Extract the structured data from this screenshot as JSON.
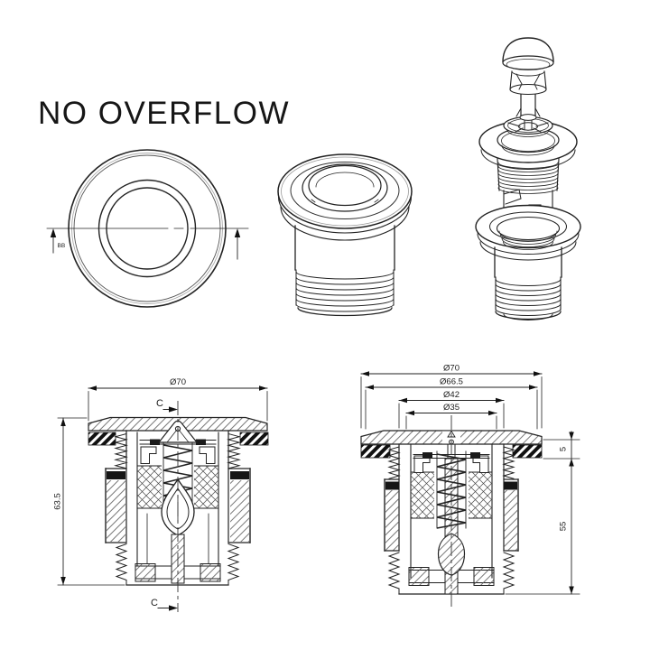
{
  "title": "NO OVERFLOW",
  "colors": {
    "ink": "#222222",
    "background": "#ffffff"
  },
  "top_view": {
    "datum_label": "BB"
  },
  "left_section": {
    "dia_top": "Ø70",
    "height": "63.5",
    "section_top": "C",
    "section_bottom": "C"
  },
  "right_section": {
    "dia_dims": [
      "Ø70",
      "Ø66.5",
      "Ø42",
      "Ø35"
    ],
    "deck_thickness": "5",
    "depth": "55"
  }
}
